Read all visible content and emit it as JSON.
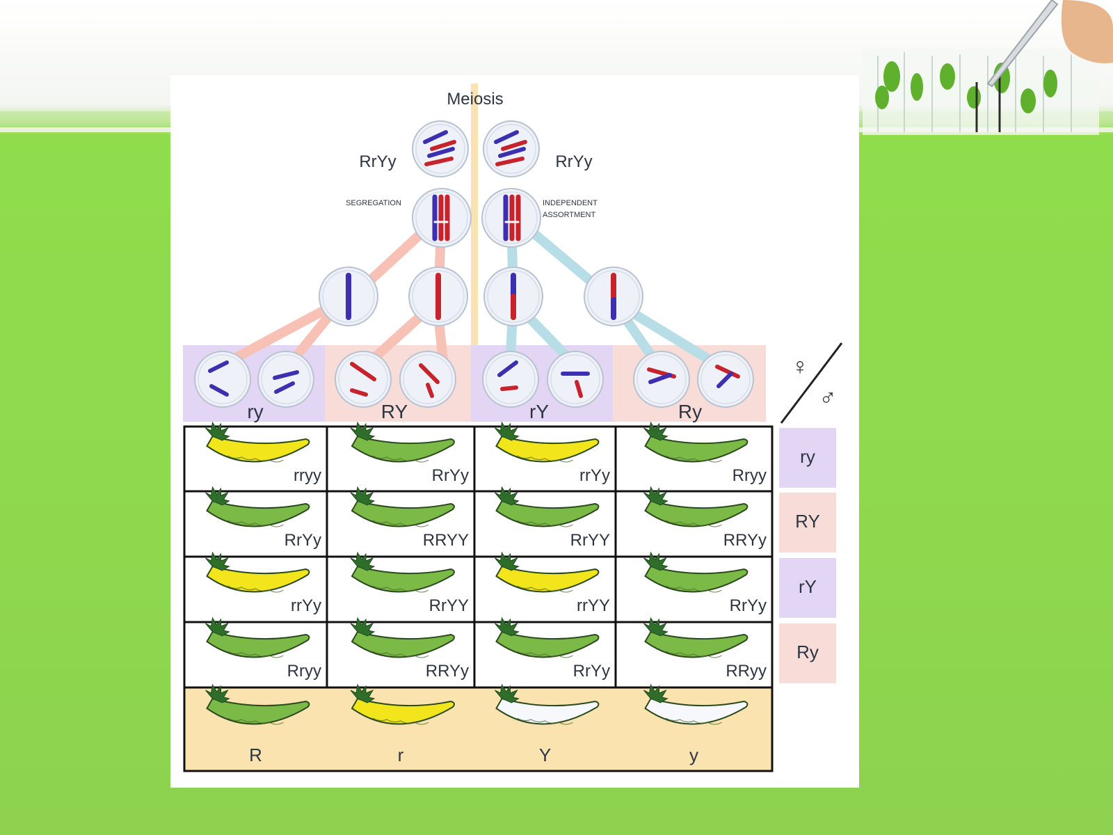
{
  "title": "Meiosis",
  "parent_left_genotype": "RrYy",
  "parent_right_genotype": "RrYy",
  "segregation_label": "SEGREGATION",
  "independent_label_line1": "INDEPENDENT",
  "independent_label_line2": "ASSORTMENT",
  "gametes": [
    {
      "label": "ry",
      "bg": "#e3d6f5"
    },
    {
      "label": "RY",
      "bg": "#f8dcd8"
    },
    {
      "label": "rY",
      "bg": "#e3d6f5"
    },
    {
      "label": "Ry",
      "bg": "#f8dcd8"
    }
  ],
  "female_symbol": "♀",
  "male_symbol": "♂",
  "row_gametes": [
    {
      "label": "ry",
      "bg": "#e3d6f5"
    },
    {
      "label": "RY",
      "bg": "#f8dcd8"
    },
    {
      "label": "rY",
      "bg": "#e3d6f5"
    },
    {
      "label": "Ry",
      "bg": "#f8dcd8"
    }
  ],
  "punnett": [
    [
      {
        "genotype": "rryy",
        "color": "yellow"
      },
      {
        "genotype": "RrYy",
        "color": "green"
      },
      {
        "genotype": "rrYy",
        "color": "yellow"
      },
      {
        "genotype": "Rryy",
        "color": "green"
      }
    ],
    [
      {
        "genotype": "RrYy",
        "color": "green"
      },
      {
        "genotype": "RRYY",
        "color": "green"
      },
      {
        "genotype": "RrYY",
        "color": "green"
      },
      {
        "genotype": "RRYy",
        "color": "green"
      }
    ],
    [
      {
        "genotype": "rrYy",
        "color": "yellow"
      },
      {
        "genotype": "RrYY",
        "color": "green"
      },
      {
        "genotype": "rrYY",
        "color": "yellow"
      },
      {
        "genotype": "RrYy",
        "color": "green"
      }
    ],
    [
      {
        "genotype": "Rryy",
        "color": "green"
      },
      {
        "genotype": "RRYy",
        "color": "green"
      },
      {
        "genotype": "RrYy",
        "color": "green"
      },
      {
        "genotype": "RRyy",
        "color": "green"
      }
    ]
  ],
  "legend": [
    {
      "allele": "R",
      "color": "green"
    },
    {
      "allele": "r",
      "color": "yellow"
    },
    {
      "allele": "Y",
      "color": "white"
    },
    {
      "allele": "y",
      "color": "white"
    }
  ],
  "colors": {
    "pod_green": "#7cba48",
    "pod_yellow": "#f2e51c",
    "pod_white": "#f6f8fb",
    "chromosome_red": "#c6232c",
    "chromosome_blue": "#3c2fb0",
    "legend_bg": "#fbe3b0"
  }
}
